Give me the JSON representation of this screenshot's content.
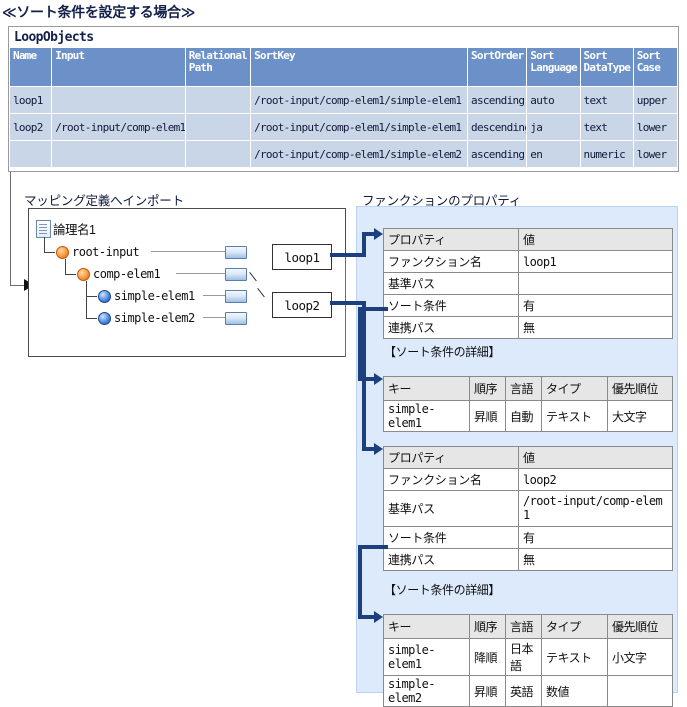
{
  "caption": "≪ソート条件を設定する場合≫",
  "loop_objects": {
    "title": "LoopObjects",
    "columns": [
      "Name",
      "Input",
      "Relational Path",
      "SortKey",
      "SortOrder",
      "Sort Language",
      "Sort DataType",
      "Sort Case"
    ],
    "columns_wrapped": [
      [
        "Name"
      ],
      [
        "Input"
      ],
      [
        "Relational",
        "Path"
      ],
      [
        "SortKey"
      ],
      [
        "SortOrder"
      ],
      [
        "Sort",
        "Language"
      ],
      [
        "Sort",
        "DataType"
      ],
      [
        "Sort",
        "Case"
      ]
    ],
    "rows": [
      {
        "name": "loop1",
        "input": "",
        "relational_path": "",
        "sort_key": "/root-input/comp-elem1/simple-elem1",
        "sort_order": "ascending",
        "sort_language": "auto",
        "sort_datatype": "text",
        "sort_case": "upper"
      },
      {
        "name": "loop2",
        "input": "/root-input/comp-elem1",
        "relational_path": "",
        "sort_key": "/root-input/comp-elem1/simple-elem1",
        "sort_order": "descending",
        "sort_language": "ja",
        "sort_datatype": "text",
        "sort_case": "lower"
      },
      {
        "name": "",
        "input": "",
        "relational_path": "",
        "sort_key": "/root-input/comp-elem1/simple-elem2",
        "sort_order": "ascending",
        "sort_language": "en",
        "sort_datatype": "numeric",
        "sort_case": "lower"
      }
    ]
  },
  "mapping": {
    "label": "マッピング定義へインポート",
    "tree": {
      "root": "論理名1",
      "nodes": [
        {
          "label": "root-input",
          "type": "complex"
        },
        {
          "label": "comp-elem1",
          "type": "complex"
        },
        {
          "label": "simple-elem1",
          "type": "simple"
        },
        {
          "label": "simple-elem2",
          "type": "simple"
        }
      ]
    },
    "chips": [
      "loop1",
      "loop2"
    ]
  },
  "function_props": {
    "label": "ファンクションのプロパティ",
    "detail_label": "【ソート条件の詳細】",
    "prop_header": [
      "プロパティ",
      "値"
    ],
    "sort_header": [
      "キー",
      "順序",
      "言語",
      "タイプ",
      "優先順位"
    ],
    "blocks": [
      {
        "properties": [
          {
            "name": "ファンクション名",
            "value": "loop1"
          },
          {
            "name": "基準パス",
            "value": ""
          },
          {
            "name": "ソート条件",
            "value": "有"
          },
          {
            "name": "連携パス",
            "value": "無"
          }
        ],
        "sort_rows": [
          {
            "key": "simple-elem1",
            "order": "昇順",
            "language": "自動",
            "type": "テキスト",
            "priority": "大文字"
          }
        ]
      },
      {
        "properties": [
          {
            "name": "ファンクション名",
            "value": "loop2"
          },
          {
            "name": "基準パス",
            "value": "/root-input/comp-elem1"
          },
          {
            "name": "ソート条件",
            "value": "有"
          },
          {
            "name": "連携パス",
            "value": "無"
          }
        ],
        "sort_rows": [
          {
            "key": "simple-elem1",
            "order": "降順",
            "language": "日本語",
            "type": "テキスト",
            "priority": "小文字"
          },
          {
            "key": "simple-elem2",
            "order": "昇順",
            "language": "英語",
            "type": "数値",
            "priority": ""
          }
        ]
      }
    ]
  },
  "colors": {
    "header_blue": "#6b91c8",
    "row_blue": "#c9d6e8",
    "panel_blue": "#ddeafb",
    "connector_navy": "#1e3f7d",
    "text_navy": "#13204a"
  }
}
